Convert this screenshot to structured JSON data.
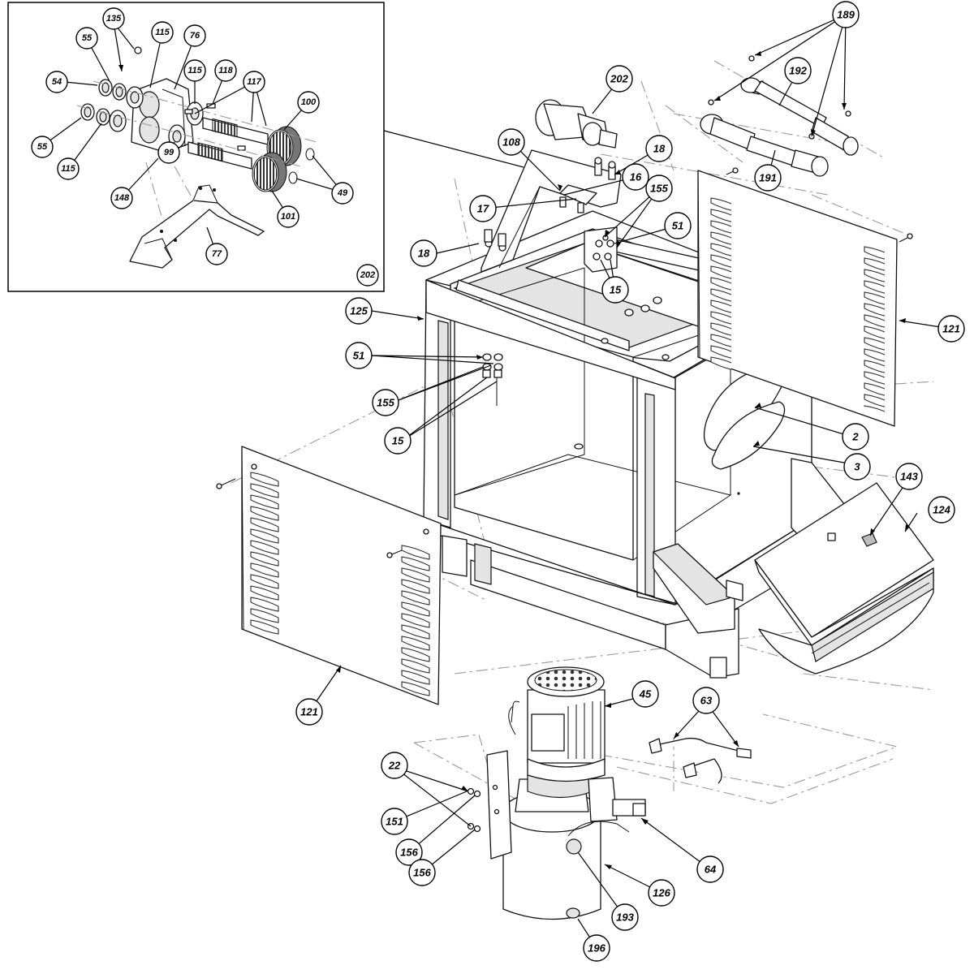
{
  "callouts": {
    "c135": "135",
    "c115a": "115",
    "c76": "76",
    "c55a": "55",
    "c54": "54",
    "c115b": "115",
    "c118": "118",
    "c117": "117",
    "c100": "100",
    "c55b": "55",
    "c115c": "115",
    "c99": "99",
    "c148": "148",
    "c101": "101",
    "c49": "49",
    "c77": "77",
    "c202inset": "202",
    "c189": "189",
    "c192": "192",
    "c191": "191",
    "c202": "202",
    "c108": "108",
    "c18a": "18",
    "c16": "16",
    "c17": "17",
    "c155a": "155",
    "c51a": "51",
    "c18b": "18",
    "c15a": "15",
    "c125": "125",
    "c121a": "121",
    "c51b": "51",
    "c155b": "155",
    "c15b": "15",
    "c2": "2",
    "c3": "3",
    "c143": "143",
    "c124": "124",
    "c121b": "121",
    "c45": "45",
    "c63": "63",
    "c22": "22",
    "c151": "151",
    "c156a": "156",
    "c156b": "156",
    "c64": "64",
    "c126": "126",
    "c193": "193",
    "c196": "196"
  }
}
